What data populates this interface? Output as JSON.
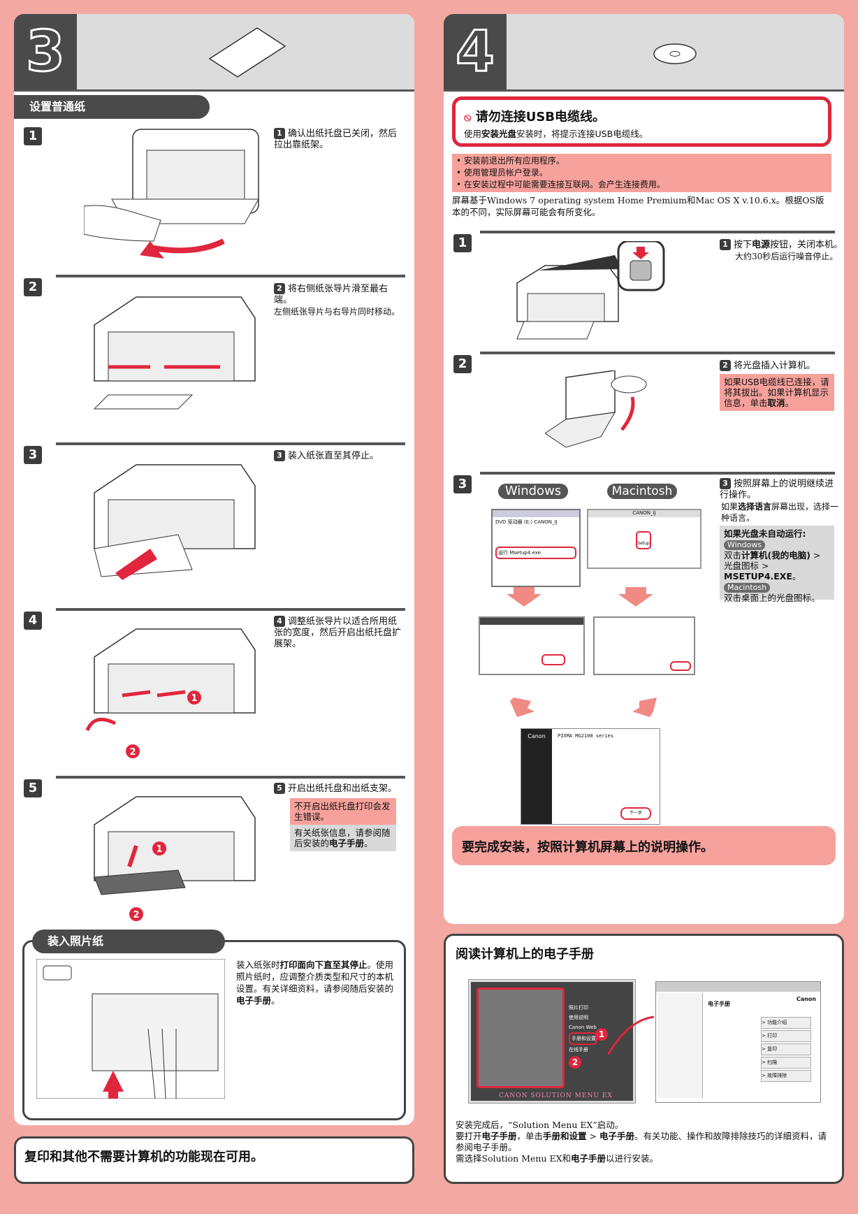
{
  "step3": {
    "number": "3",
    "section_title": "设置普通纸",
    "steps": [
      {
        "n": "1",
        "text": "确认出纸托盘已关闭，然后拉出靠纸架。",
        "sub": ""
      },
      {
        "n": "2",
        "text": "将右侧纸张导片滑至最右端。",
        "sub": "左侧纸张导片与右导片同时移动。"
      },
      {
        "n": "3",
        "text": "装入纸张直至其停止。",
        "sub": ""
      },
      {
        "n": "4",
        "text": "调整纸张导片以适合所用纸张的宽度，然后开启出纸托盘扩展架。",
        "sub": ""
      },
      {
        "n": "5",
        "text": "开启出纸托盘和出纸支架。",
        "sub": ""
      }
    ],
    "note_pink": "不开启出纸托盘打印会发生错误。",
    "note_gray_prefix": "有关纸张信息，请参阅随后安装的",
    "note_gray_bold": "电子手册",
    "note_gray_suffix": "。",
    "photo_title": "装入照片纸",
    "photo_text_1": "装入纸张时",
    "photo_text_bold": "打印面向下直至其停止",
    "photo_text_2": "。使用照片纸时，应调整介质类型和尺寸的本机设置。有关详细资料，请参阅随后安装的",
    "photo_text_bold2": "电子手册",
    "photo_text_3": "。",
    "footer": "复印和其他不需要计算机的功能现在可用。"
  },
  "step4": {
    "number": "4",
    "warning_title": "请勿连接USB电缆线。",
    "warning_text_1": "使用",
    "warning_text_bold": "安装光盘",
    "warning_text_2": "安装时，将提示连接USB电缆线。",
    "bullets": [
      "安装前退出所有应用程序。",
      "使用管理员帐户登录。",
      "在安装过程中可能需要连接互联网。会产生连接费用。"
    ],
    "os_note": "屏幕基于Windows 7 operating system Home Premium和Mac OS X v.10.6.x。根据OS版本的不同，实际屏幕可能会有所变化。",
    "s1_a": "按下",
    "s1_bold": "电源",
    "s1_b": "按钮，关闭本机。",
    "s1_sub": "大约30秒后运行噪音停止。",
    "s2_text": "将光盘插入计算机。",
    "s2_note_a": "如果USB电缆线已连接，请将其拔出。如果计算机显示信息，单击",
    "s2_note_bold": "取消",
    "s2_note_b": "。",
    "s3_text": "按照屏幕上的说明继续进行操作。",
    "s3_sub_a": "如果",
    "s3_sub_bold": "选择语言",
    "s3_sub_b": "屏幕出现，选择一种语言。",
    "autorun_title": "如果光盘未自动运行:",
    "win_label": "Windows",
    "win_a": "双击",
    "win_bold": "计算机(我的电脑)",
    "win_b": " > 光盘图标 > ",
    "win_bold2": "MSETUP4.EXE",
    "win_c": "。",
    "mac_label": "Macintosh",
    "mac_text": "双击桌面上的光盘图标。",
    "col_windows": "Windows",
    "col_mac": "Macintosh",
    "win_dialog_title": "DVD 驱动器 (E:) CANON_IJ",
    "win_dialog_item": "运行 Msetup4.exe",
    "mac_dialog_title": "CANON_IJ",
    "mac_dialog_icon": "Setup",
    "installer_brand": "Canon",
    "installer_title": "PIXMA MG2100 series",
    "installer_next": "下一步",
    "finish": "要完成安装，按照计算机屏幕上的说明操作。"
  },
  "manual": {
    "title": "阅读计算机上的电子手册",
    "menu_brand": "CANON SOLUTION MENU EX",
    "menu_items": [
      "照片打印",
      "使用说明",
      "Canon Web",
      "手册和设置",
      "在线手册"
    ],
    "manual_brand": "Canon",
    "manual_heading": "电子手册",
    "manual_buttons": [
      "功能介绍",
      "打印",
      "复印",
      "扫描",
      "故障排除"
    ],
    "p1": "安装完成后，“Solution Menu EX”启动。",
    "p2_a": "要打开",
    "p2_b1": "电子手册",
    "p2_c": "，单击",
    "p2_b2": "手册和设置",
    "p2_d": " > ",
    "p2_b3": "电子手册",
    "p2_e": "。有关功能、操作和故障排除技巧的详细资料，请参阅电子手册。",
    "p3_a": "需选择Solution Menu EX和",
    "p3_b": "电子手册",
    "p3_c": "以进行安装。"
  },
  "colors": {
    "background": "#f4a8a2",
    "dark": "#4a4a4a",
    "accent_red": "#e0263d",
    "pink_note": "#f6a19c"
  }
}
